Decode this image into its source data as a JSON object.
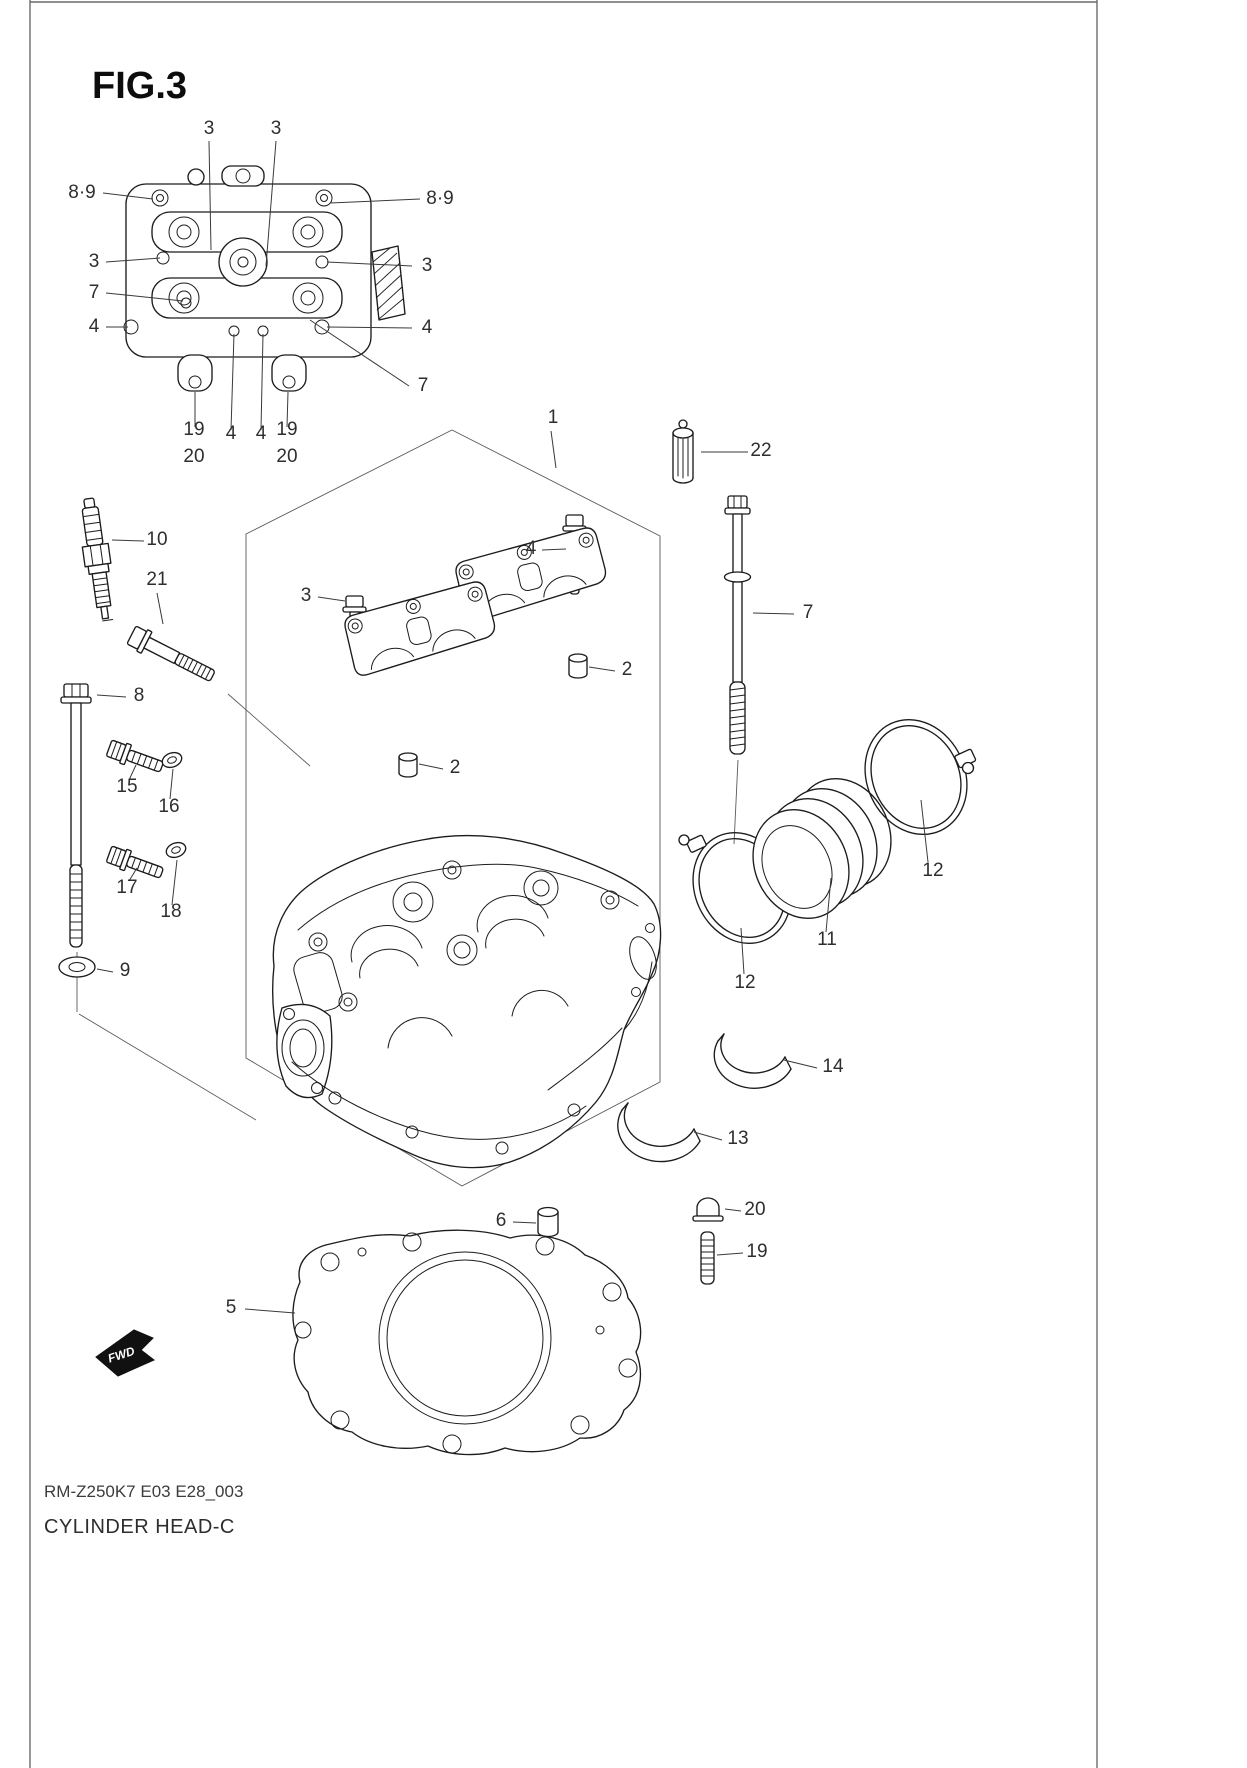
{
  "page": {
    "figure_title": "FIG.3",
    "footer_code": "RM-Z250K7 E03 E28_003",
    "footer_title": "CYLINDER HEAD-C",
    "fwd_label": "FWD"
  },
  "colors": {
    "ink": "#1c1c1c",
    "label": "#2e2e2e",
    "paper": "#ffffff"
  },
  "callouts": [
    "3",
    "3",
    "8·9",
    "8·9",
    "3",
    "3",
    "7",
    "4",
    "4",
    "7",
    "19",
    "20",
    "4",
    "4",
    "19",
    "20",
    "1",
    "22",
    "10",
    "21",
    "4",
    "3",
    "7",
    "2",
    "8",
    "15",
    "16",
    "2",
    "17",
    "18",
    "9",
    "12",
    "11",
    "12",
    "14",
    "13",
    "6",
    "20",
    "19",
    "5"
  ]
}
